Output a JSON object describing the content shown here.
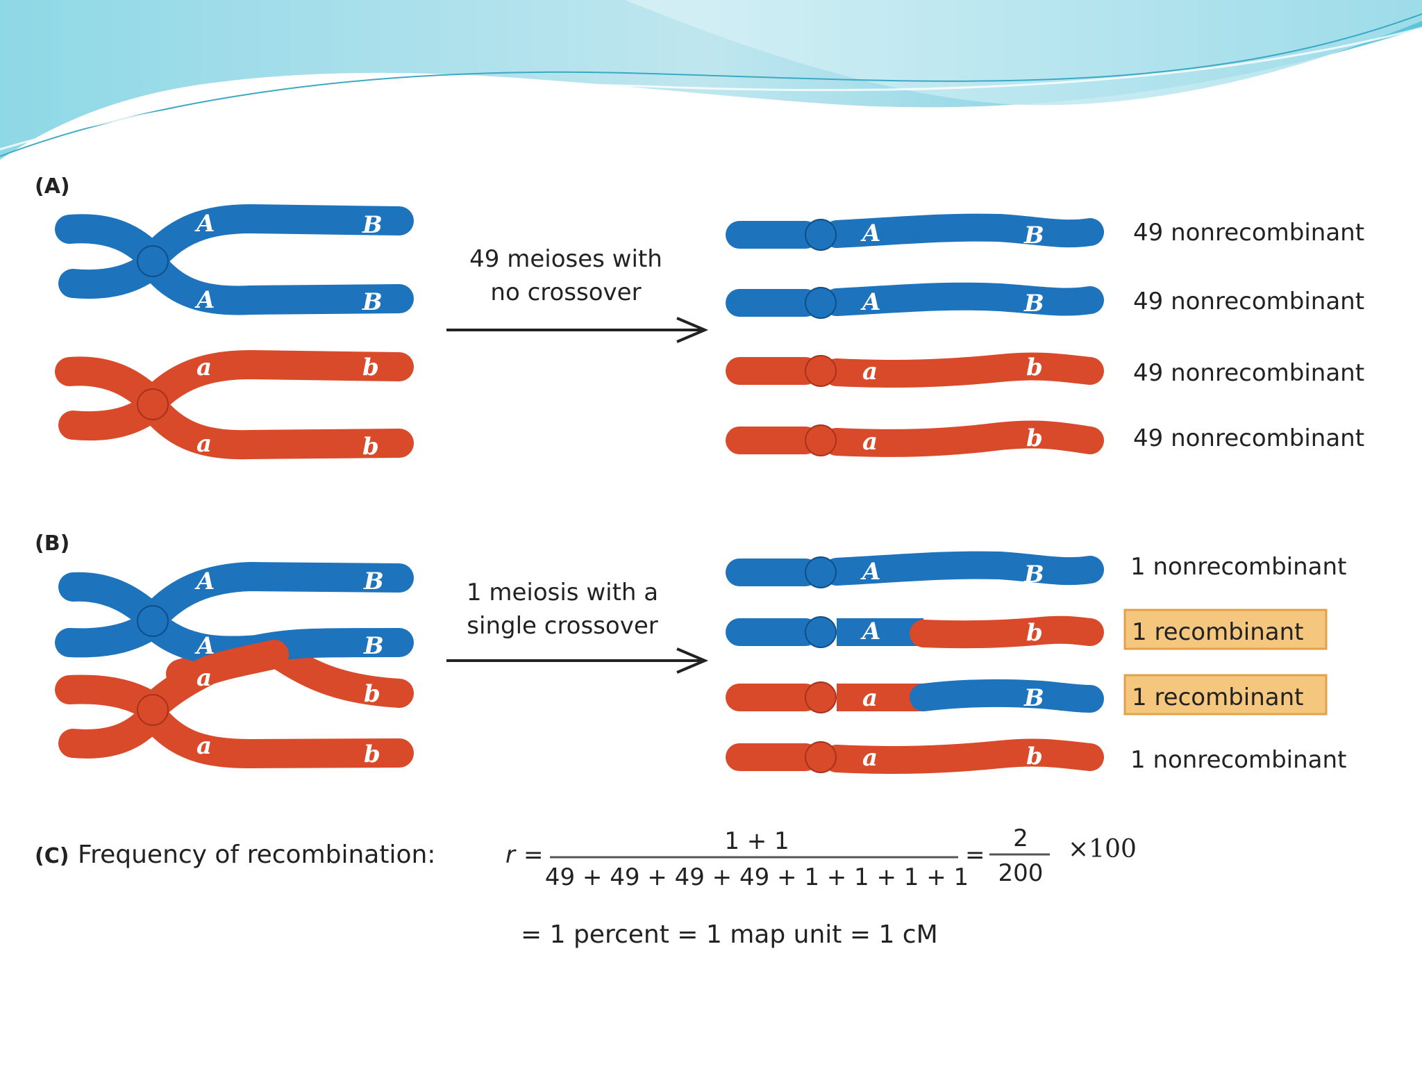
{
  "colors": {
    "blue_chromosome": "#1e73bd",
    "red_chromosome": "#d94a2a",
    "highlight_fill": "#f5c77e",
    "highlight_border": "#e2a04a",
    "wave_light": "#bfe8f0",
    "wave_dark": "#5fc7db"
  },
  "genes": {
    "A": "A",
    "B": "B",
    "a": "a",
    "b": "b"
  },
  "panel_a": {
    "label": "(A)",
    "arrow_text_line1": "49 meioses with",
    "arrow_text_line2": "no crossover",
    "results": [
      "49 nonrecombinant",
      "49 nonrecombinant",
      "49 nonrecombinant",
      "49 nonrecombinant"
    ]
  },
  "panel_b": {
    "label": "(B)",
    "arrow_text_line1": "1 meiosis with a",
    "arrow_text_line2": "single crossover",
    "results": [
      "1 nonrecombinant",
      "1 recombinant",
      "1 recombinant",
      "1 nonrecombinant"
    ]
  },
  "panel_c": {
    "label": "(C)",
    "caption": "Frequency of recombination:",
    "r_symbol": "r",
    "equals": "=",
    "numerator": "1 + 1",
    "denominator": "49 + 49 + 49 + 49 + 1 + 1 + 1 + 1",
    "equals2": "=",
    "simplified_numerator": "2",
    "simplified_denominator": "200",
    "multiplier": "×100",
    "result_line": "= 1 percent = 1 map unit = 1 cM"
  }
}
